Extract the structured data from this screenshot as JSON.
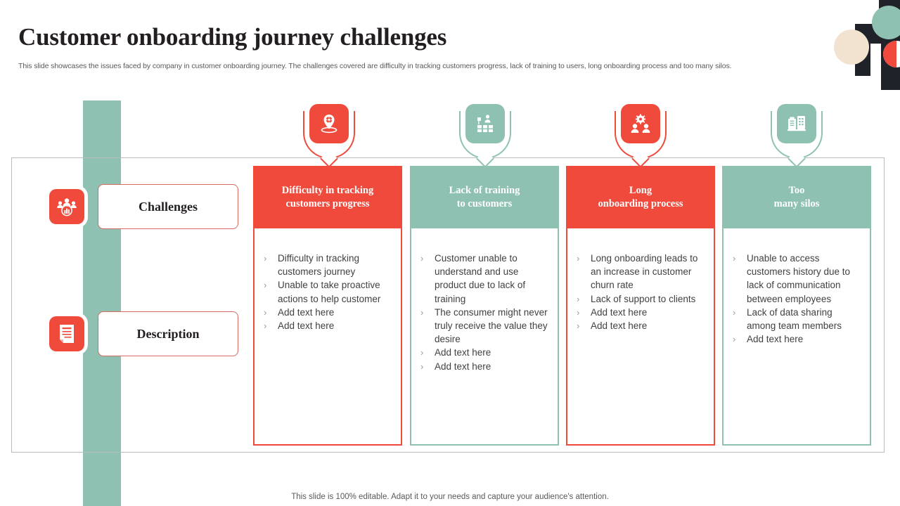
{
  "header": {
    "title": "Customer onboarding journey challenges",
    "subtitle": "This slide showcases the issues faced by company in customer onboarding journey. The challenges covered are difficulty in tracking customers progress, lack of training to users, long onboarding process and too many silos."
  },
  "row_labels": [
    {
      "label": "Challenges",
      "icon": "group-analytics-icon"
    },
    {
      "label": "Description",
      "icon": "document-icon"
    }
  ],
  "columns": [
    {
      "icon": "location-pin-gear-icon",
      "accent": "#EF4A3C",
      "title_line1": "Difficulty in tracking",
      "title_line2": "customers progress",
      "bullets": [
        "Difficulty in tracking customers journey",
        "Unable to take proactive actions to help customer",
        "Add text here",
        "Add text here"
      ]
    },
    {
      "icon": "training-board-icon",
      "accent": "#8FC1B2",
      "title_line1": "Lack of training",
      "title_line2": "to customers",
      "bullets": [
        "Customer unable to understand and use product due to lack of training",
        "The consumer might never truly receive the value they desire",
        "Add text here",
        "Add text here"
      ]
    },
    {
      "icon": "team-gear-icon",
      "accent": "#EF4A3C",
      "title_line1": "Long",
      "title_line2": "onboarding process",
      "bullets": [
        "Long onboarding leads to an increase in customer churn rate",
        "Lack of support to clients",
        "Add text here",
        "Add text here"
      ]
    },
    {
      "icon": "data-silos-icon",
      "accent": "#8FC1B2",
      "title_line1": "Too",
      "title_line2": "many silos",
      "bullets": [
        "Unable to access customers history due to lack of communication between employees",
        "Lack of data sharing among team members",
        "Add text here"
      ]
    }
  ],
  "bullet_marker": "›",
  "footer": {
    "note": "This slide is 100% editable. Adapt it to your needs and capture your audience's attention."
  },
  "colors": {
    "red": "#EF4A3C",
    "green": "#8FC1B2",
    "cream": "#F2E3D0",
    "dark": "#1F2229",
    "text": "#414042"
  }
}
